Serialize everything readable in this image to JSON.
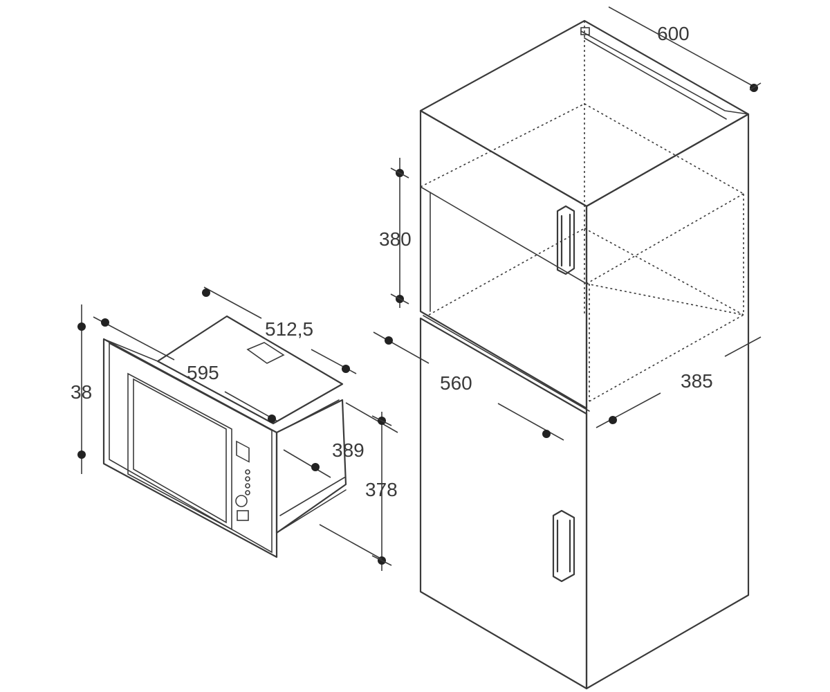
{
  "dimensions": {
    "cabinet_width": "600",
    "niche_height": "380",
    "niche_depth": "385",
    "niche_width": "560",
    "oven_depth": "512,5",
    "frame_width": "595",
    "frame_height": "38",
    "body_height": "389",
    "body_height_inner": "378"
  }
}
